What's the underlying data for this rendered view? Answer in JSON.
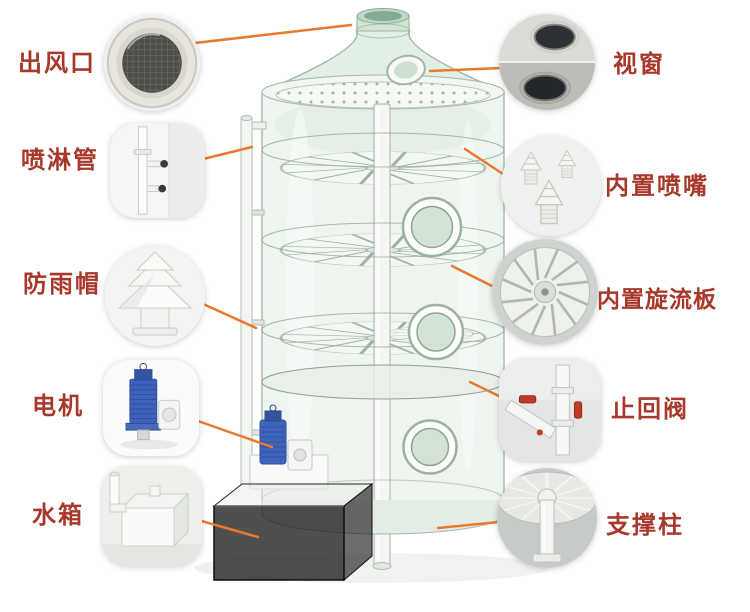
{
  "diagram": {
    "left": [
      {
        "name": "air-outlet",
        "label": "出风口"
      },
      {
        "name": "spray-pipe",
        "label": "喷淋管"
      },
      {
        "name": "rain-cap",
        "label": "防雨帽"
      },
      {
        "name": "motor",
        "label": "电机"
      },
      {
        "name": "water-tank",
        "label": "水箱"
      }
    ],
    "right": [
      {
        "name": "sight-window",
        "label": "视窗"
      },
      {
        "name": "built-in-nozzle",
        "label": "内置喷嘴"
      },
      {
        "name": "built-in-swirl-plate",
        "label": "内置旋流板"
      },
      {
        "name": "check-valve",
        "label": "止回阀"
      },
      {
        "name": "support-column",
        "label": "支撑柱"
      }
    ],
    "colors": {
      "label_text": "#a8382b",
      "leader_line": "#e87a2e",
      "background": "#ffffff",
      "tower_tint": "#e3efe5"
    }
  }
}
